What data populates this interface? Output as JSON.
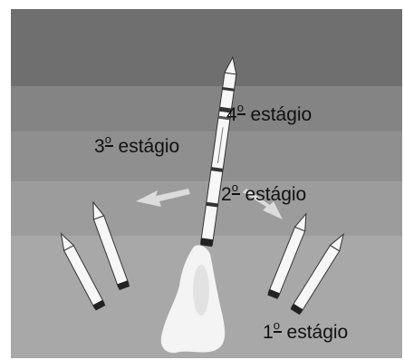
{
  "labels": {
    "stage4": {
      "number": "4",
      "ordinal": "o",
      "text": " estágio"
    },
    "stage3": {
      "number": "3",
      "ordinal": "o",
      "text": " estágio"
    },
    "stage2": {
      "number": "2",
      "ordinal": "o",
      "text": " estágio"
    },
    "stage1": {
      "number": "1",
      "ordinal": "o",
      "text": " estágio"
    }
  },
  "colors": {
    "band_top": "#6f6f6f",
    "band_2": "#848484",
    "band_3": "#8f8f8f",
    "band_4": "#9c9c9c",
    "band_bottom": "#a8a8a8",
    "rocket_body": "#f7f7f7",
    "rocket_outline": "#333333",
    "exhaust": "#f2f2f2",
    "arrow": "#dcdcdc"
  }
}
